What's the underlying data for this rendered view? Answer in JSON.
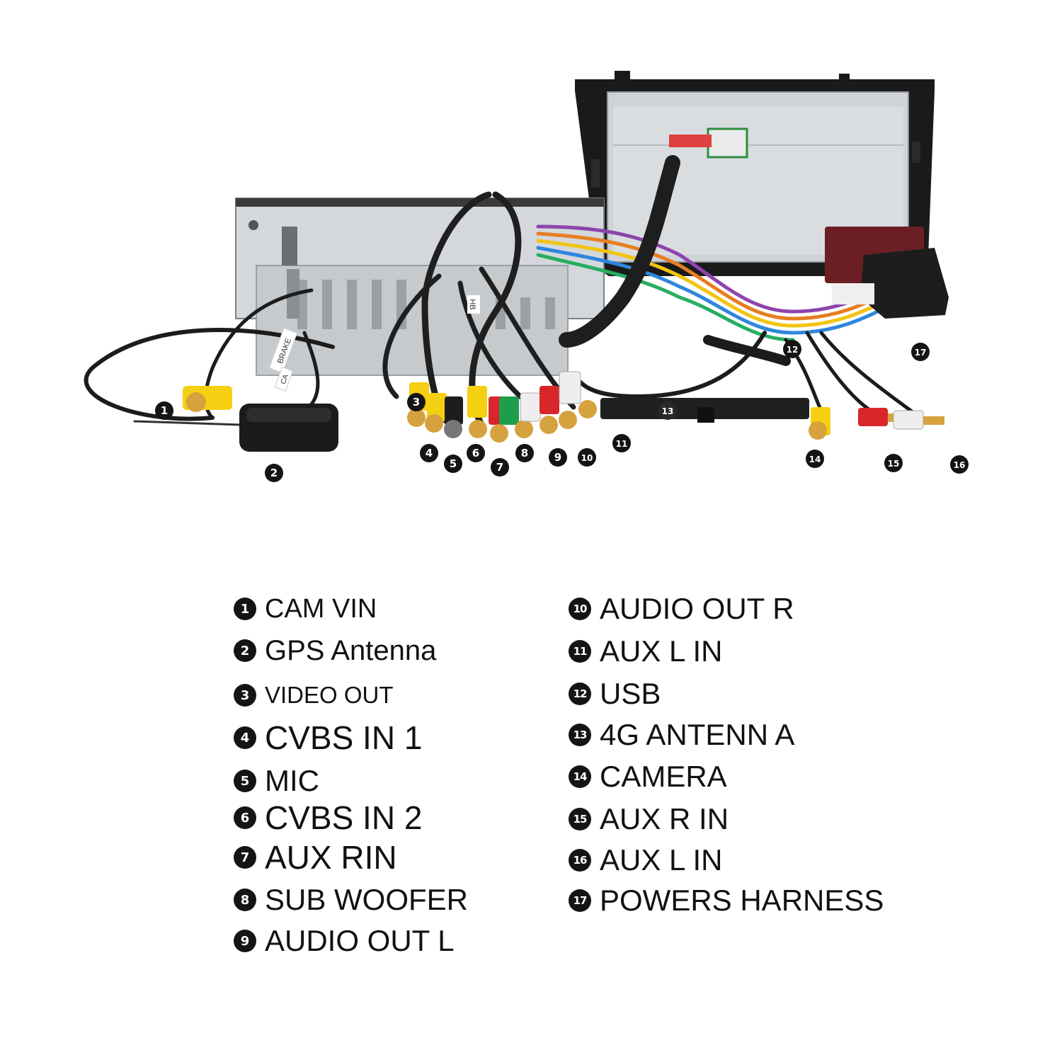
{
  "photo": {
    "callouts": [
      "1",
      "2",
      "3",
      "4",
      "5",
      "6",
      "7",
      "8",
      "9",
      "10",
      "11",
      "12",
      "13",
      "14",
      "15",
      "16",
      "17"
    ],
    "printed_text": [
      "BRAKE",
      "HB",
      "CA"
    ]
  },
  "legend": {
    "left": [
      {
        "num": "1",
        "label": "CAM VIN"
      },
      {
        "num": "2",
        "label": "GPS Antenna"
      },
      {
        "num": "3",
        "label": "VIDEO OUT"
      },
      {
        "num": "4",
        "label": "CVBS IN 1"
      },
      {
        "num": "5",
        "label": "MIC"
      },
      {
        "num": "6",
        "label": "CVBS IN 2"
      },
      {
        "num": "7",
        "label": "AUX RIN"
      },
      {
        "num": "8",
        "label": "SUB WOOFER"
      },
      {
        "num": "9",
        "label": "AUDIO OUT L"
      }
    ],
    "right": [
      {
        "num": "10",
        "label": "AUDIO OUT R"
      },
      {
        "num": "11",
        "label": "AUX  L IN"
      },
      {
        "num": "12",
        "label": "USB"
      },
      {
        "num": "13",
        "label": "4G ANTENN A"
      },
      {
        "num": "14",
        "label": "CAMERA"
      },
      {
        "num": "15",
        "label": "AUX R IN"
      },
      {
        "num": "16",
        "label": "AUX L IN"
      },
      {
        "num": "17",
        "label": "POWERS HARNESS"
      }
    ]
  },
  "colors": {
    "callout_fill": "#141414",
    "chassis": "#c9cdd1",
    "bezel": "#1a1a1a",
    "rca_yellow": "#f4cf12",
    "rca_red": "#d8262b",
    "rca_white": "#eeeeee",
    "rca_green": "#1f9e4a",
    "gold": "#d6a23e"
  }
}
